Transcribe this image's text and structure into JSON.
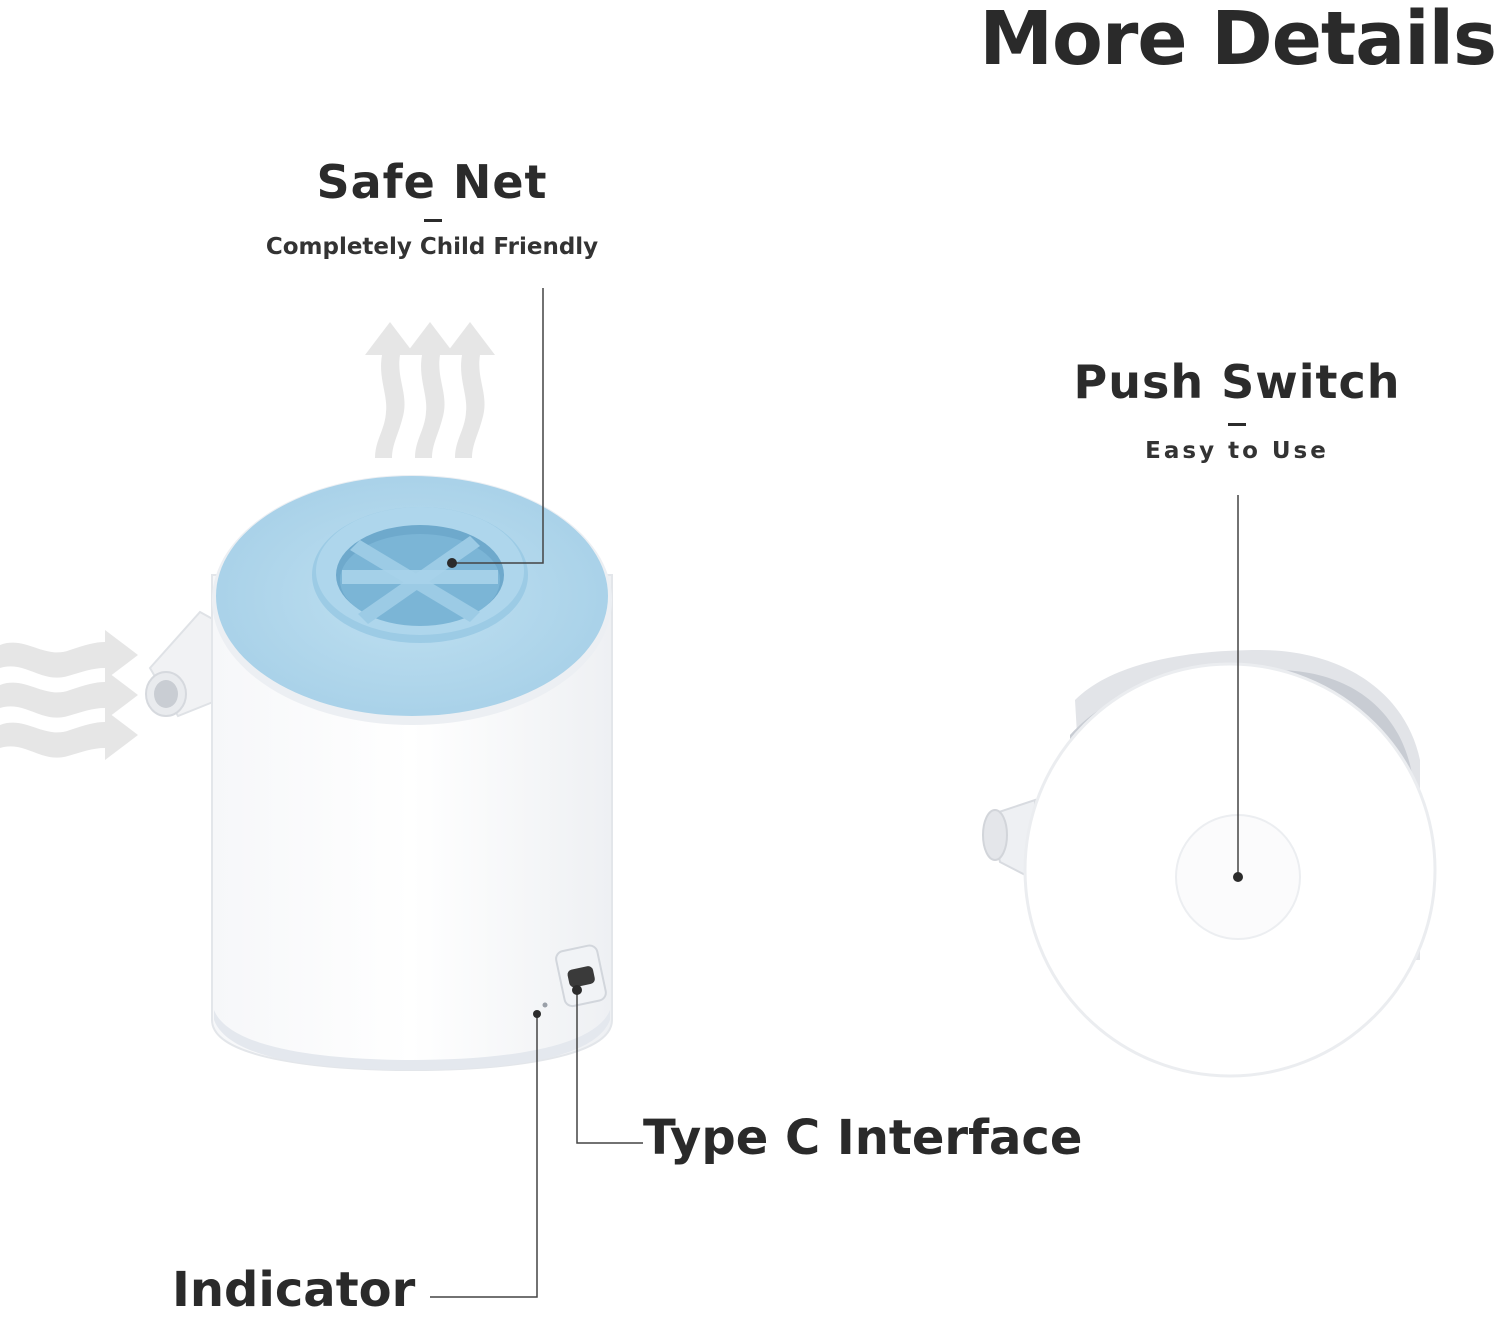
{
  "page": {
    "heading": "More Details"
  },
  "callouts": {
    "safe_net": {
      "title": "Safe Net",
      "subtitle": "Completely Child Friendly"
    },
    "push_switch": {
      "title": "Push Switch",
      "subtitle": "Easy to Use"
    },
    "type_c": {
      "title": "Type C Interface"
    },
    "indicator": {
      "title": "Indicator"
    }
  },
  "icons": [
    "airflow-up-arrows-icon",
    "airflow-right-arrows-icon",
    "pump-device-image",
    "pump-bottom-view-image"
  ],
  "colors": {
    "accent_blue": "#a9d3ea",
    "text_dark": "#2b2b2b",
    "arrow_gray": "#e6e6e6"
  }
}
